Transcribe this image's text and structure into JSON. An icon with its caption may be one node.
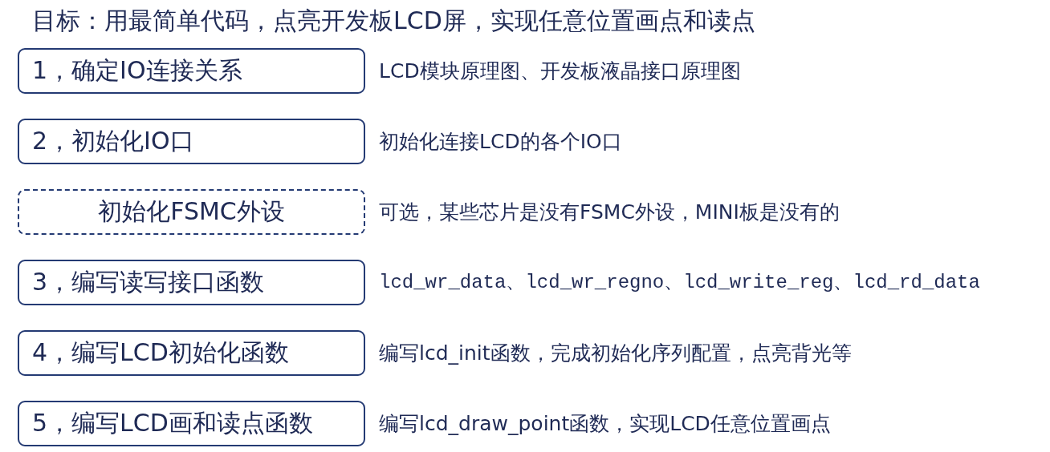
{
  "diagram": {
    "title": "目标：用最简单代码，点亮开发板LCD屏，实现任意位置画点和读点",
    "nodes": [
      {
        "text": [
          "1，确定IO连接关系"
        ],
        "beside": [
          "LCD模块原理图、开发板液晶接口原理图"
        ]
      },
      {
        "text": [
          "2，初始化IO口"
        ],
        "beside": [
          "初始化连接LCD的各个IO口"
        ]
      },
      {
        "text": [
          "初始化FSMC外设"
        ],
        "beside": [
          "可选，某些芯片是没有FSMC外设，MINI板是没有的"
        ]
      },
      {
        "text": [
          "3，编写读写接口函数"
        ],
        "beside": [
          "lcd_wr_data、lcd_wr_regno、lcd_write_reg、lcd_rd_data"
        ]
      },
      {
        "text": [
          "4，编写LCD初始化函数"
        ],
        "beside": [
          "编写lcd_init函数，完成初始化序列配置，点亮背光等"
        ]
      },
      {
        "text": [
          "5，编写LCD画和读点函数"
        ],
        "beside": [
          "编写lcd_draw_point函数，实现LCD任意位置画点"
        ]
      }
    ]
  }
}
